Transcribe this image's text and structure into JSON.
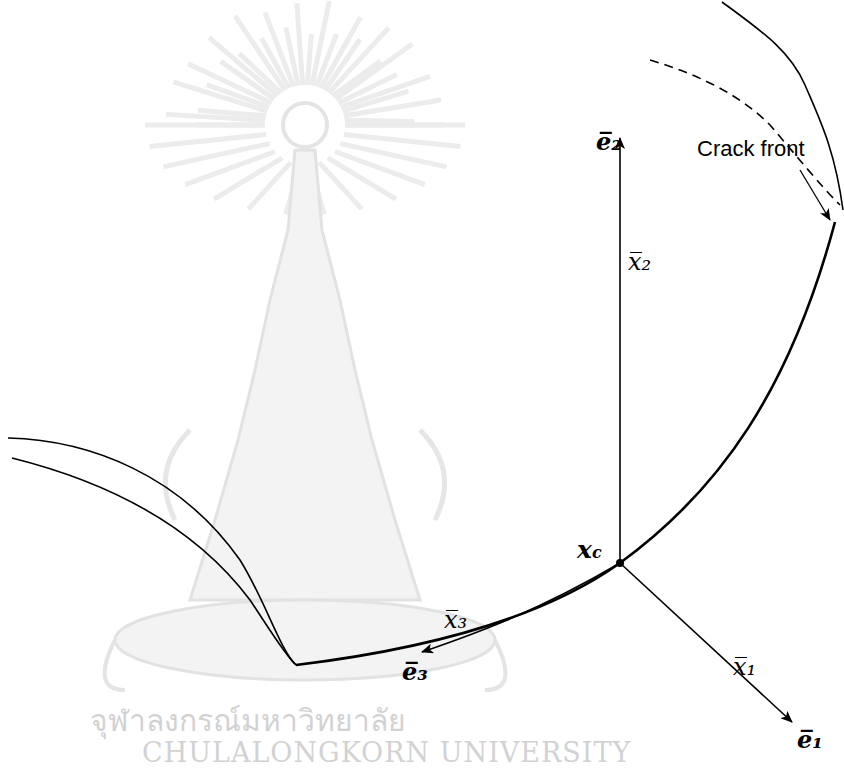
{
  "diagram": {
    "labels": [
      "e̅₂",
      "x̅₂",
      "Crack front",
      "xc",
      "x̅₁",
      "e̅₁",
      "x̅₃",
      "e̅₃",
      "จุฬาลงกรณ์มหาวิทยาลัย",
      "CHULALONGKORN UNIVERSITY"
    ]
  }
}
